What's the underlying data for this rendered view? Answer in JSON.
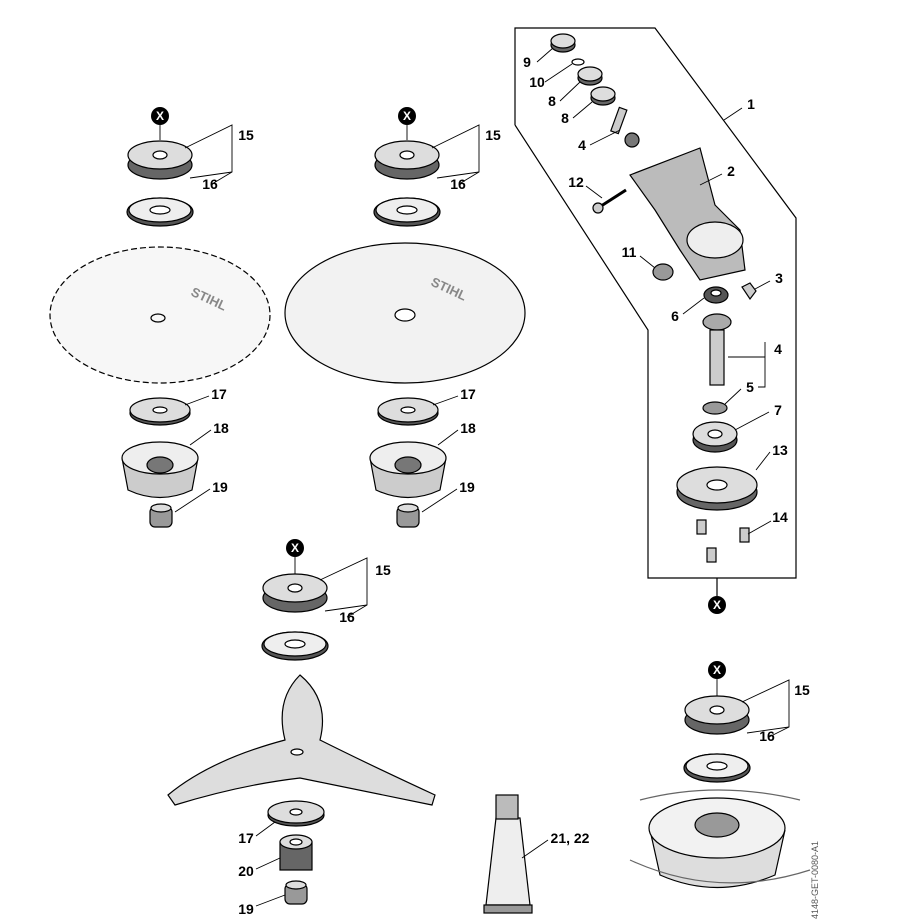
{
  "drawing_code": "4148-GET-0080-A1",
  "connector_mark": "X",
  "labels": {
    "gearbox": [
      "9",
      "10",
      "8",
      "8",
      "4",
      "1",
      "2",
      "12",
      "11",
      "3",
      "6",
      "4",
      "5",
      "7",
      "13",
      "14"
    ],
    "group_saw": [
      "15",
      "16",
      "17",
      "18",
      "19"
    ],
    "group_disc": [
      "15",
      "16",
      "17",
      "18",
      "19"
    ],
    "group_trident": [
      "15",
      "16",
      "17",
      "20",
      "19"
    ],
    "group_mowhead": [
      "15",
      "16"
    ],
    "grease_tube": "21, 22"
  },
  "blade_brand": "STIHL"
}
